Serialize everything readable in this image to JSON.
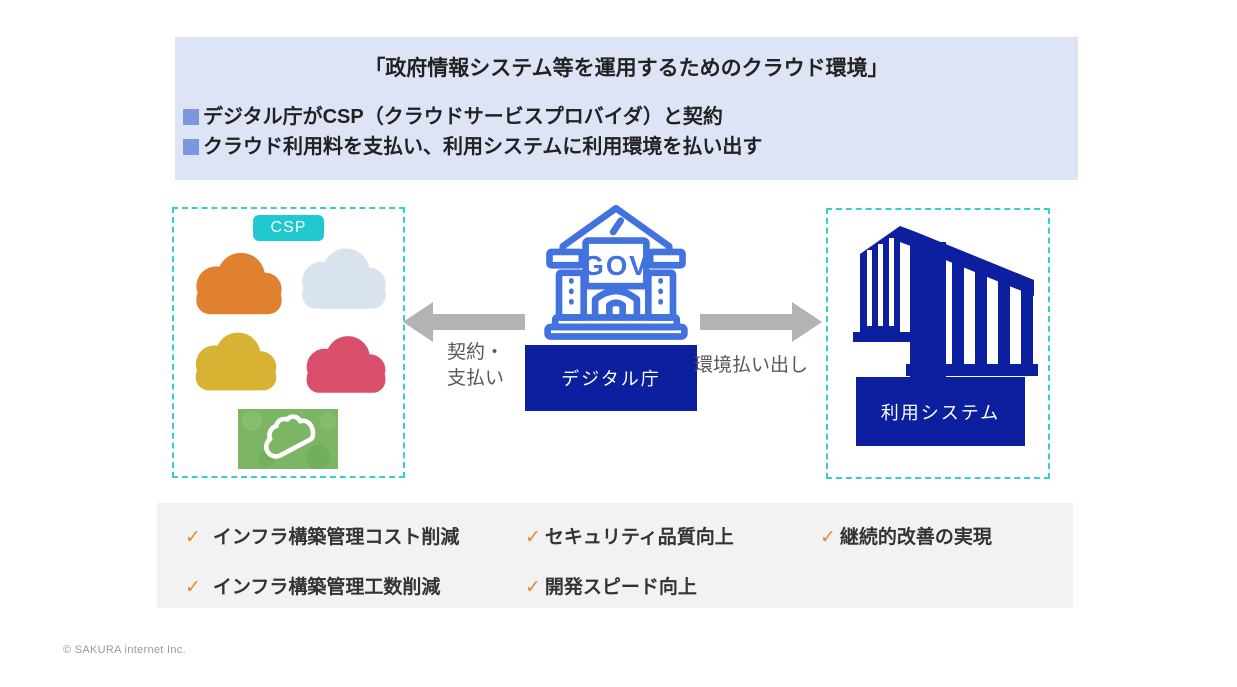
{
  "header": {
    "title": "「政府情報システム等を運用するためのクラウド環境」",
    "bullets": [
      "デジタル庁がCSP（クラウドサービスプロバイダ）と契約",
      "クラウド利用料を支払い、利用システムに利用環境を払い出す"
    ],
    "bg_color": "#dde4f6",
    "bullet_square_color": "#7d97dc"
  },
  "diagram": {
    "csp": {
      "label": "CSP",
      "label_bg_color": "#1fc9cf",
      "border_color": "#35d0cc",
      "clouds": [
        {
          "name": "cloud-orange",
          "color": "#e0812f"
        },
        {
          "name": "cloud-lightblue",
          "color": "#d9e3ee"
        },
        {
          "name": "cloud-yellow",
          "color": "#d8b233"
        },
        {
          "name": "cloud-pink",
          "color": "#d94e6a"
        }
      ],
      "green_card_color": "#7cb563"
    },
    "gov": {
      "sign_text": "GOV",
      "icon_color": "#4272de",
      "label": "デジタル庁",
      "label_bg_color": "#0c1f9e"
    },
    "consumer": {
      "label": "利用システム",
      "label_bg_color": "#0c1f9e",
      "building_color": "#0c1f9e"
    },
    "arrow_color": "#b3b3b6",
    "left_arrow": {
      "line1": "契約・",
      "line2": "支払い"
    },
    "right_arrow": {
      "label": "環境払い出し"
    }
  },
  "benefits": {
    "bg_color": "#f2f2f2",
    "check_glyph": "✓",
    "check_color": "#e8892f",
    "row1": [
      "インフラ構築管理コスト削減",
      "セキュリティ品質向上",
      "継続的改善の実現"
    ],
    "row2": [
      "インフラ構築管理工数削減",
      "開発スピード向上"
    ]
  },
  "footer": {
    "copyright": "© SAKURA internet Inc."
  }
}
